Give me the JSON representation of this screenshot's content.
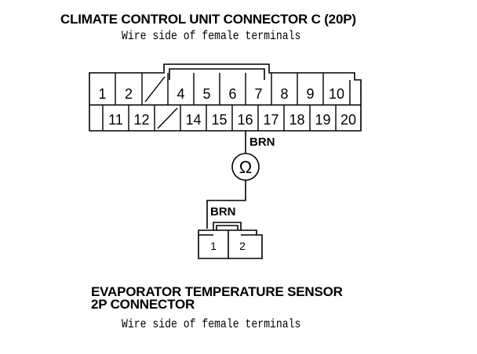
{
  "top_connector": {
    "title": "CLIMATE CONTROL UNIT CONNECTOR C (20P)",
    "subtitle": "Wire side of female terminals",
    "row1": [
      "1",
      "2",
      "",
      "4",
      "5",
      "6",
      "7",
      "8",
      "9",
      "10"
    ],
    "row2": [
      "",
      "11",
      "12",
      "",
      "14",
      "15",
      "16",
      "17",
      "18",
      "19",
      "20"
    ]
  },
  "wire_top_label": "BRN",
  "meter_symbol": "Ω",
  "wire_bottom_label": "BRN",
  "sensor_connector": {
    "pins": [
      "1",
      "2"
    ],
    "title_line1": "EVAPORATOR TEMPERATURE SENSOR",
    "title_line2": "2P CONNECTOR",
    "subtitle": "Wire side of female terminals"
  }
}
